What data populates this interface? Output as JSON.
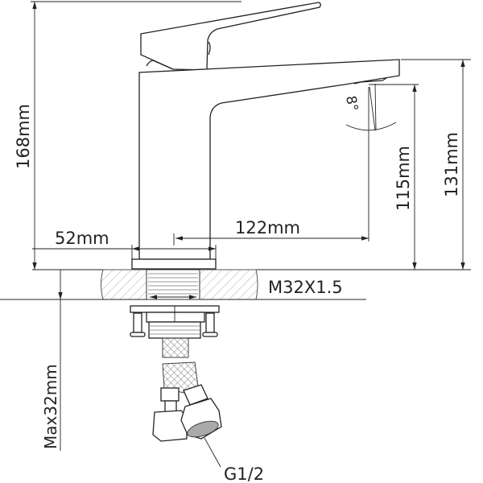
{
  "dimensions": {
    "total_height": "168mm",
    "spout_height": "131mm",
    "outlet_height": "115mm",
    "spout_reach": "122mm",
    "base_width": "52mm",
    "spray_angle": "8°",
    "thread": "M32X1.5",
    "max_counter": "Max32mm",
    "connection": "G1/2"
  }
}
